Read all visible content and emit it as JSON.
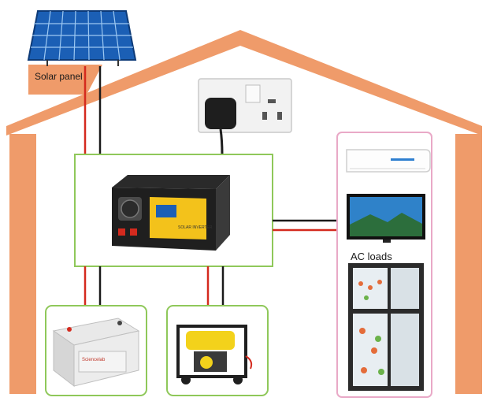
{
  "labels": {
    "solar_panel": "Solar panel",
    "ac_loads": "AC loads"
  },
  "inverter": {
    "front_text": "SOLAR INVERTER"
  },
  "battery": {
    "brand": "Sciencelab"
  },
  "colors": {
    "house": "#ef9b6a",
    "green_frame": "#8fc85a",
    "pink_frame": "#e9a9c7",
    "wire_red": "#d42a1e",
    "wire_black": "#1a1a1a",
    "solar_blue": "#2e7fd0",
    "inverter_yellow": "#f3c21b"
  },
  "icons": [
    "solar-panel-icon",
    "wall-socket-icon",
    "inverter-icon",
    "air-conditioner-icon",
    "television-icon",
    "refrigerator-icon",
    "battery-icon",
    "generator-icon"
  ]
}
